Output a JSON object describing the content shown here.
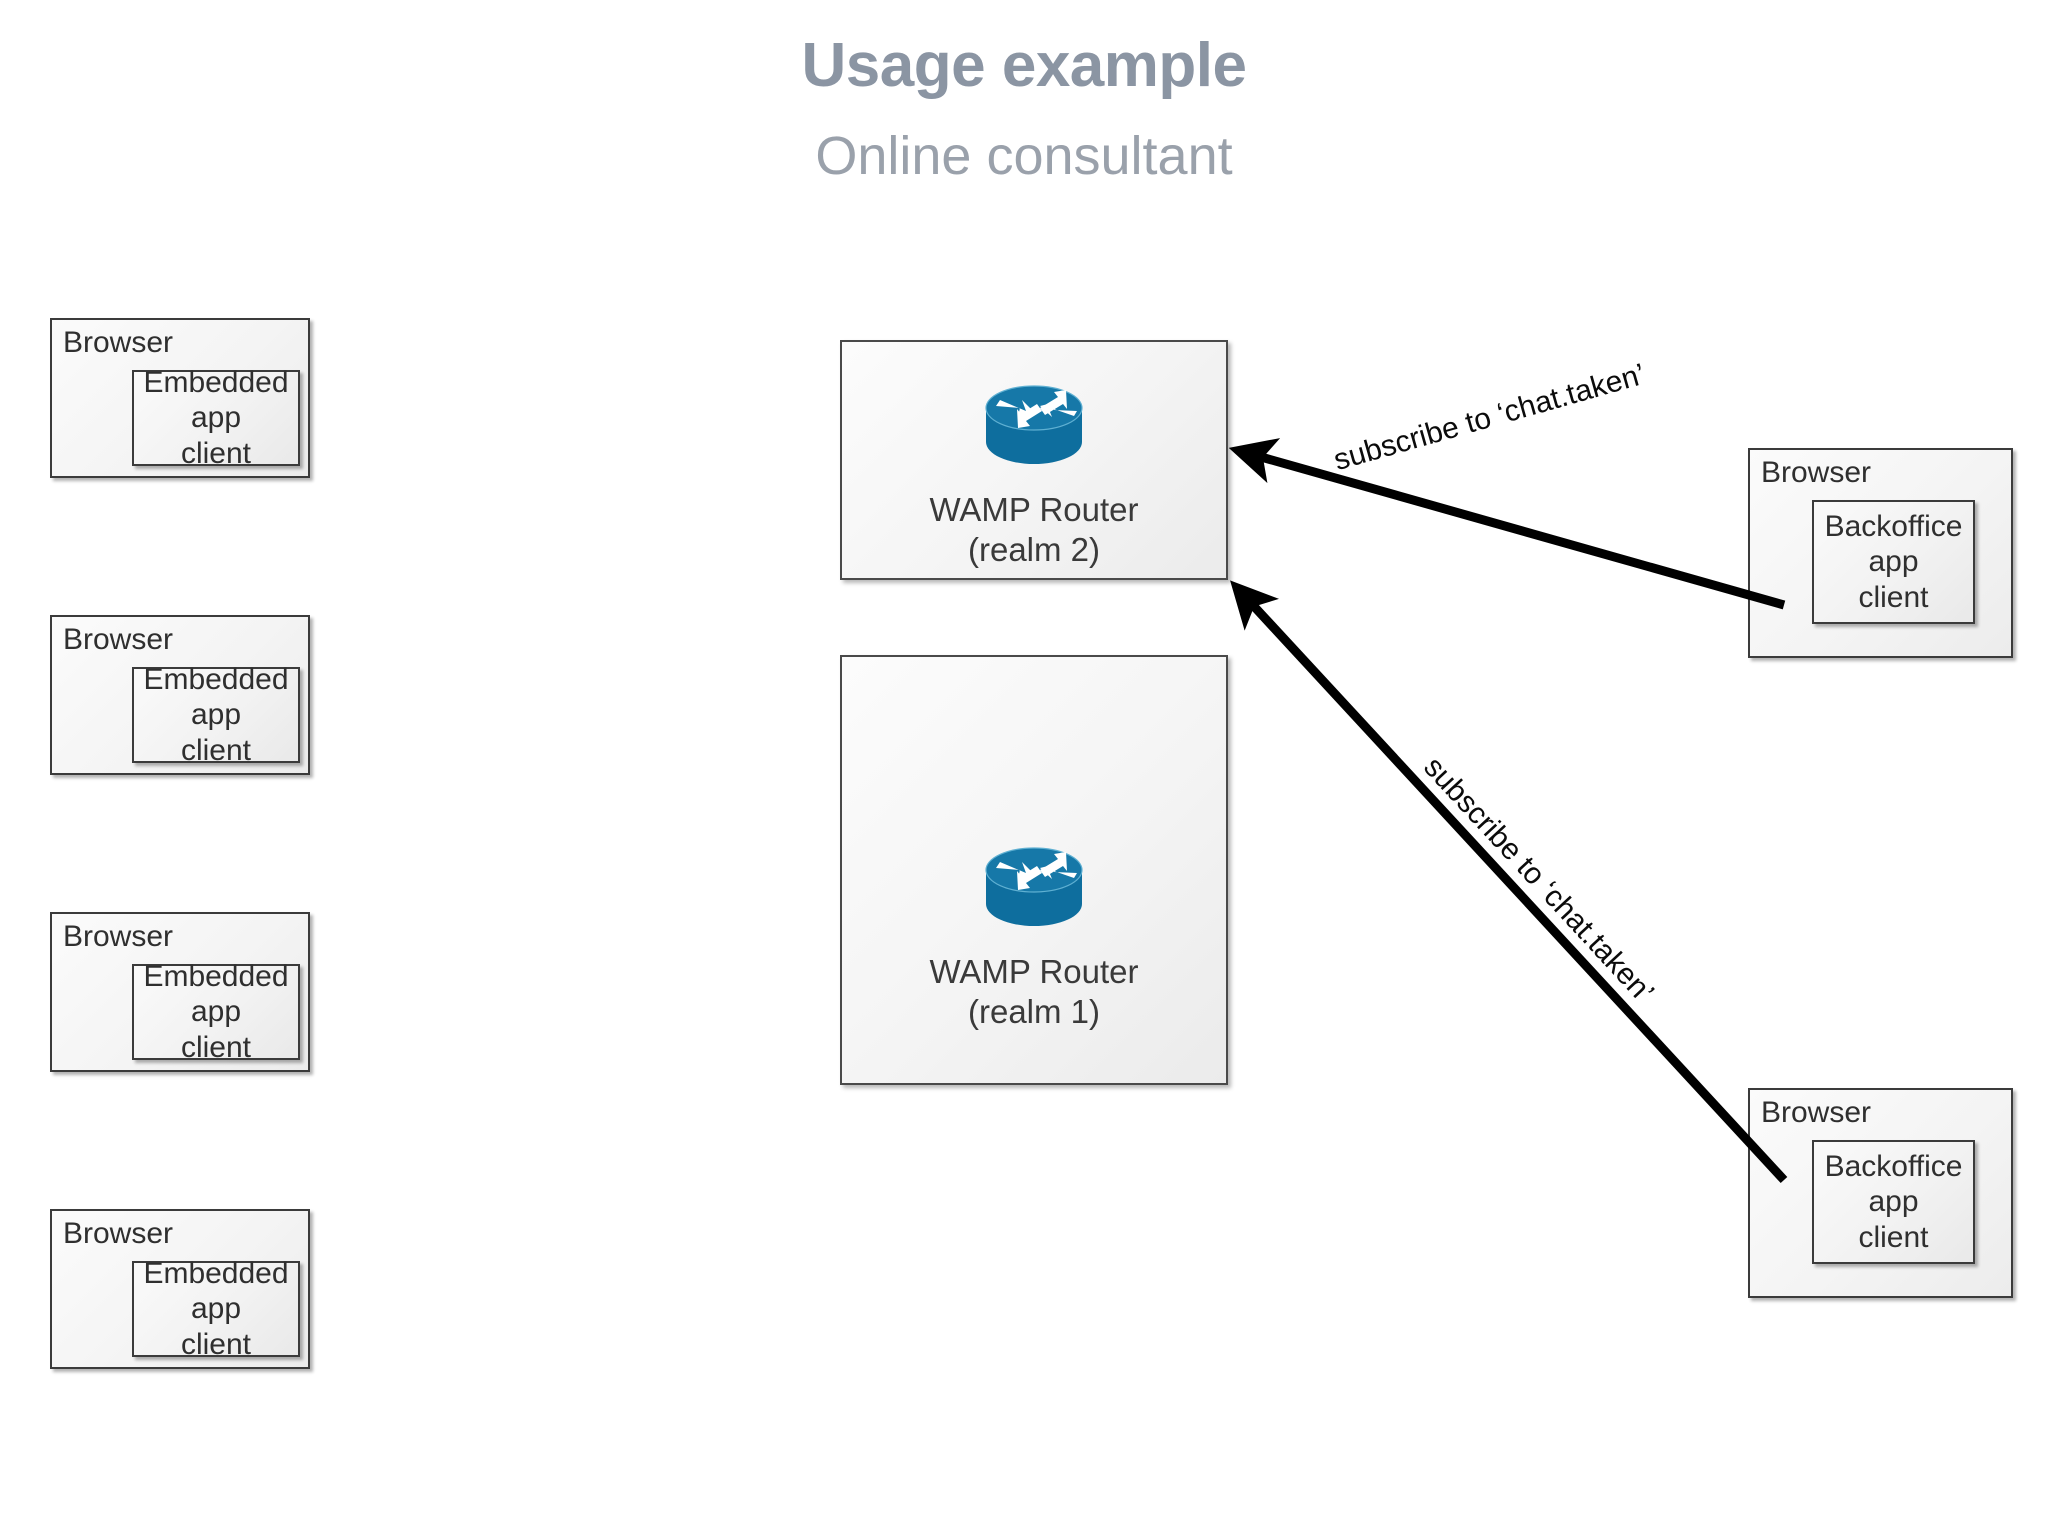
{
  "header": {
    "title": "Usage example",
    "subtitle": "Online consultant",
    "title_color": "#8b95a3",
    "subtitle_color": "#9aa1ab"
  },
  "theme": {
    "background": "#ffffff",
    "router_blue": "#0e6e9e",
    "box_border": "#3b3b3b",
    "text": "#2f2f2f",
    "arrow": "#000000"
  },
  "left_column": {
    "boxes": [
      {
        "browser_label": "Browser",
        "client_line1": "Embedded",
        "client_line2": "app",
        "client_line3": "client"
      },
      {
        "browser_label": "Browser",
        "client_line1": "Embedded",
        "client_line2": "app",
        "client_line3": "client"
      },
      {
        "browser_label": "Browser",
        "client_line1": "Embedded",
        "client_line2": "app",
        "client_line3": "client"
      },
      {
        "browser_label": "Browser",
        "client_line1": "Embedded",
        "client_line2": "app",
        "client_line3": "client"
      }
    ]
  },
  "routers": [
    {
      "icon": "router-icon",
      "name": "WAMP Router",
      "realm": "(realm 2)"
    },
    {
      "icon": "router-icon",
      "name": "WAMP Router",
      "realm": "(realm 1)"
    }
  ],
  "right_column": {
    "boxes": [
      {
        "browser_label": "Browser",
        "client_line1": "Backoffice",
        "client_line2": "app",
        "client_line3": "client"
      },
      {
        "browser_label": "Browser",
        "client_line1": "Backoffice",
        "client_line2": "app",
        "client_line3": "client"
      }
    ]
  },
  "edges": [
    {
      "label": "subscribe to ‘chat.taken’",
      "from": "backoffice-app-client-1",
      "to": "wamp-router-realm-2"
    },
    {
      "label": "subscribe to ‘chat.taken’",
      "from": "backoffice-app-client-2",
      "to": "wamp-router-realm-2"
    }
  ]
}
